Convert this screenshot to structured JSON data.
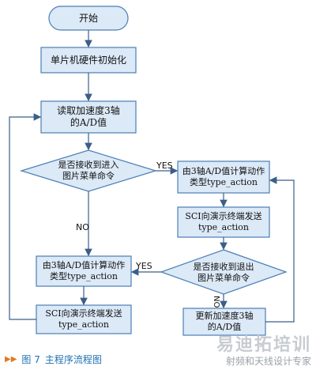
{
  "nodes": {
    "start": "开始",
    "init": "单片机硬件初始化",
    "read": "读取加速度3轴\n的A/D值",
    "dec_enter": "是否接收到进入\n图片菜单命令",
    "calc_right": "由3轴A/D值计算动作\n类型type_action",
    "sci_right": "SCI向演示终端发送\ntype_action",
    "dec_exit": "是否接收到退出\n图片菜单命令",
    "calc_left": "由3轴A/D值计算动作\n类型type_action",
    "sci_left": "SCI向演示终端发送\ntype_action",
    "update": "更新加速度3轴\n的A/D值"
  },
  "labels": {
    "yes1": "YES",
    "no1": "NO",
    "yes2": "YES",
    "no2": "NO"
  },
  "caption": {
    "marker": "▶▶",
    "figure": "图 7",
    "title": "主程序流程图"
  },
  "watermark": {
    "main": "易迪拓培训",
    "sub": "射频和天线设计专家"
  },
  "colors": {
    "fill": "#dce9f7",
    "stroke": "#4a7fb5",
    "line": "#3a5f88"
  }
}
